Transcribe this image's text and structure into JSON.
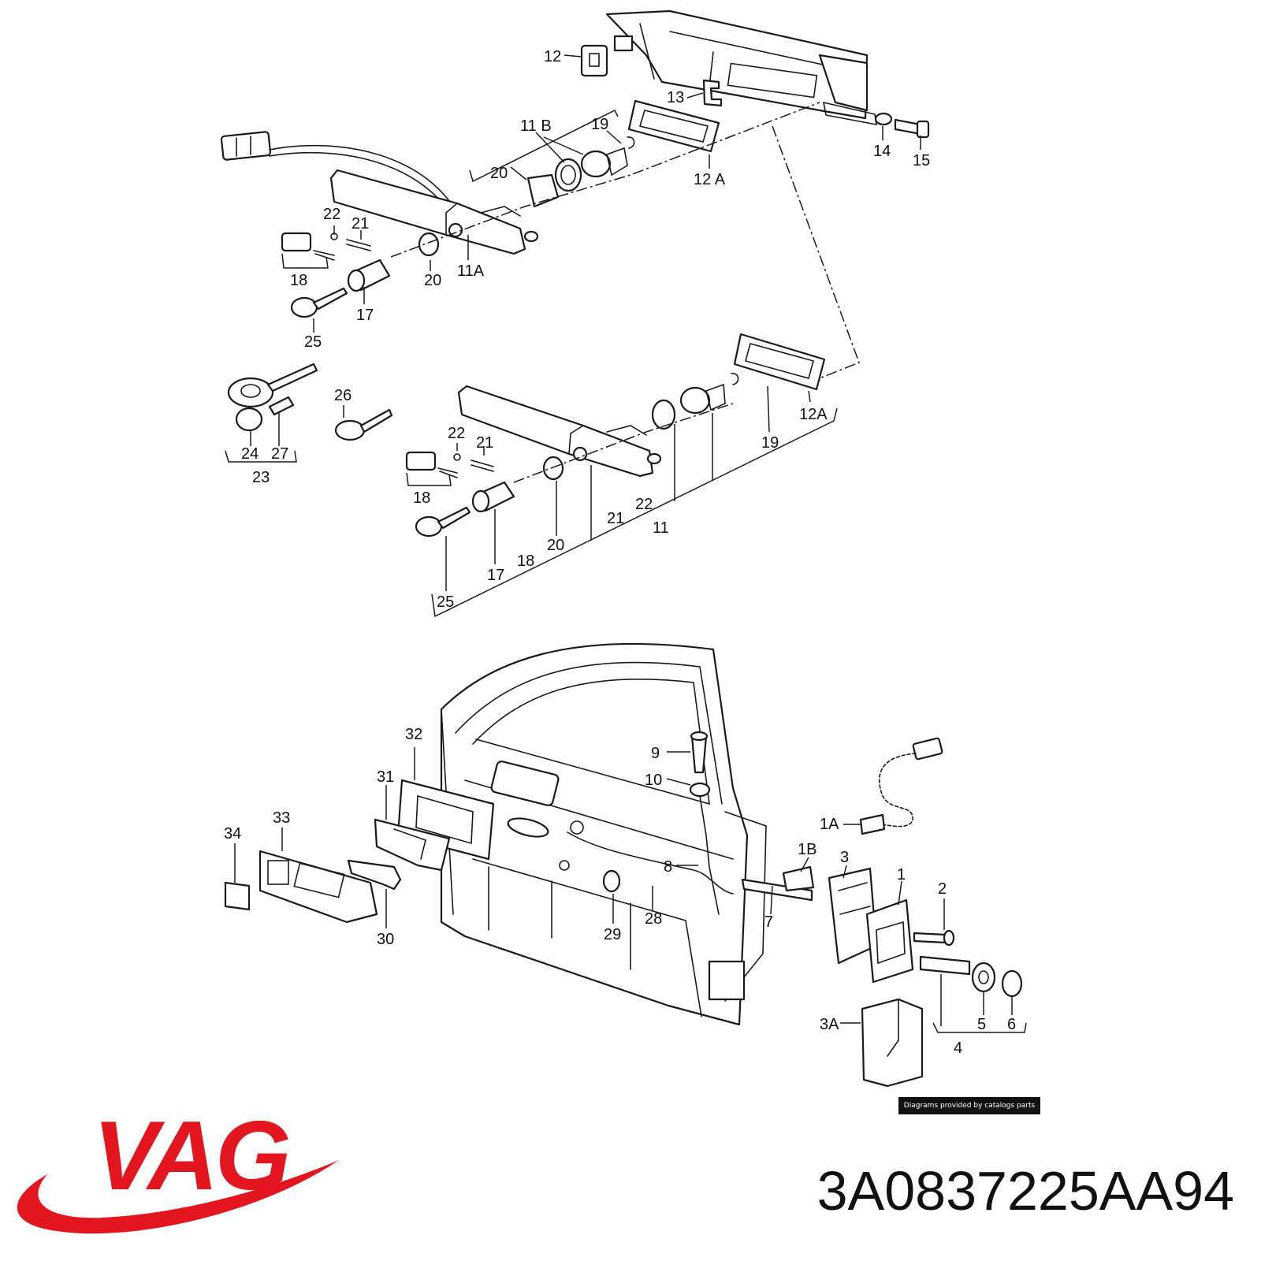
{
  "diagram": {
    "callouts": {
      "c12": "12",
      "c13": "13",
      "c14": "14",
      "c15": "15",
      "c11b": "11 B",
      "c19a": "19",
      "c12a1": "12 A",
      "c20a": "20",
      "c22a": "22",
      "c21a": "21",
      "c18a": "18",
      "c20b": "20",
      "c11a": "11A",
      "c17a": "17",
      "c25a": "25",
      "c26": "26",
      "c24": "24",
      "c27": "27",
      "c23": "23",
      "c22b": "22",
      "c21b": "21",
      "c18b": "18",
      "c19b": "19",
      "c12a2": "12A",
      "c22c": "22",
      "c21c": "21",
      "c11": "11",
      "c20c": "20",
      "c18c": "18",
      "c17b": "17",
      "c25b": "25",
      "c32": "32",
      "c31": "31",
      "c9": "9",
      "c10": "10",
      "c1a": "1A",
      "c34": "34",
      "c33": "33",
      "c1b": "1B",
      "c3": "3",
      "c1": "1",
      "c2": "2",
      "c8": "8",
      "c30": "30",
      "c29": "29",
      "c28": "28",
      "c7": "7",
      "c3a": "3A",
      "c5": "5",
      "c6": "6",
      "c4": "4"
    },
    "credit": "Diagrams provided by catalogs parts"
  },
  "brand": {
    "logo_text": "VAG",
    "logo_color": "#e3151e"
  },
  "part_number": "3A0837225AA94"
}
